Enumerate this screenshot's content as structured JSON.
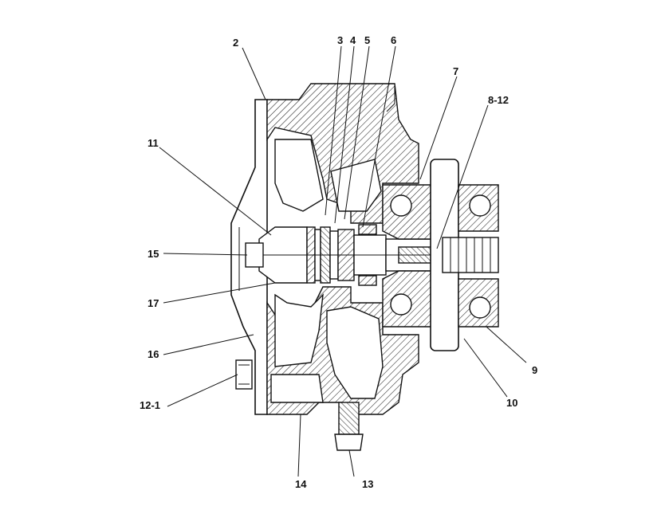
{
  "diagram": {
    "labels": {
      "l2": "2",
      "l3": "3",
      "l4": "4",
      "l5": "5",
      "l6": "6",
      "l7": "7",
      "l8_12": "8-12",
      "l9": "9",
      "l10": "10",
      "l11": "11",
      "l12_1": "12-1",
      "l13": "13",
      "l14": "14",
      "l15": "15",
      "l16": "16",
      "l17": "17"
    }
  }
}
